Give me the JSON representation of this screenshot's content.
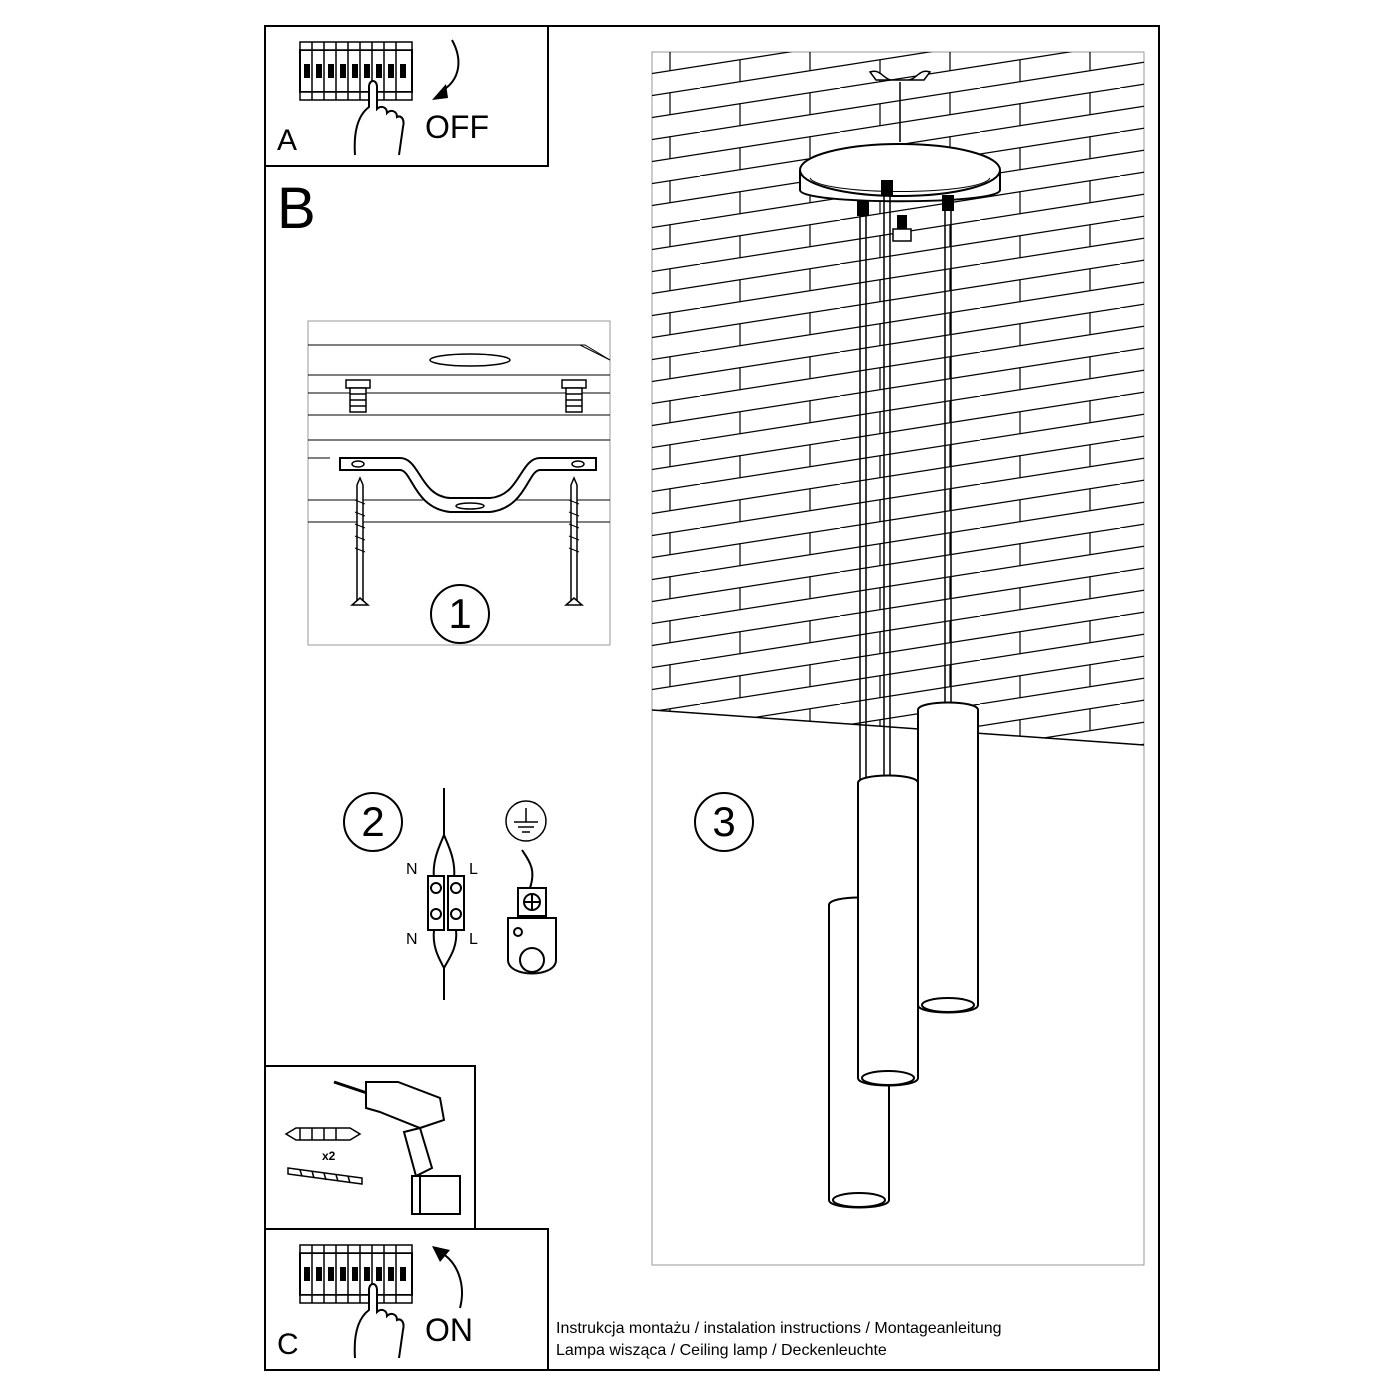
{
  "panel_a": {
    "letter": "A",
    "state": "OFF"
  },
  "section_b": {
    "letter": "B"
  },
  "steps": {
    "step1": "1",
    "step2": "2",
    "step3": "3"
  },
  "wiring": {
    "neutral_top": "N",
    "live_top": "L",
    "neutral_bottom": "N",
    "live_bottom": "L"
  },
  "tools": {
    "quantity": "x2"
  },
  "panel_c": {
    "letter": "C",
    "state": "ON"
  },
  "footer": {
    "line1": "Instrukcja montażu / instalation instructions / Montageanleitung",
    "line2": "Lampa wisząca / Ceiling lamp / Deckenleuchte"
  },
  "icons": [
    "circuit-breaker-icon",
    "hand-icon",
    "arrow-down-icon",
    "arrow-up-icon",
    "ground-symbol-icon",
    "drill-icon",
    "wall-plug-icon",
    "screw-icon"
  ]
}
